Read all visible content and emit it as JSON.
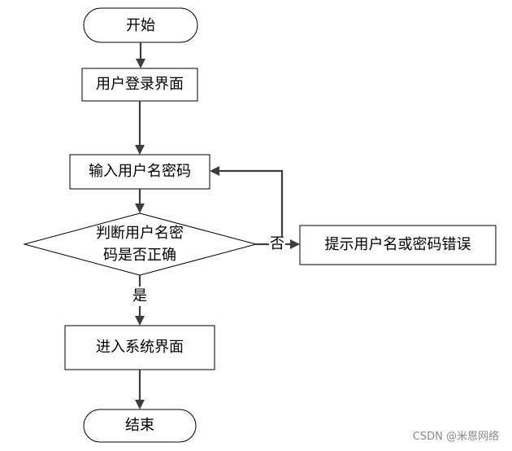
{
  "flowchart": {
    "nodes": {
      "start": "开始",
      "login_page": "用户登录界面",
      "enter_credentials": "输入用户名密码",
      "check_line1": "判断用户名密",
      "check_line2": "码是否正确",
      "error_prompt": "提示用户名或密码错误",
      "enter_system": "进入系统界面",
      "end": "结束"
    },
    "edges": {
      "yes_label": "是",
      "no_label": "否"
    }
  },
  "watermark": "CSDN @米恩网络"
}
